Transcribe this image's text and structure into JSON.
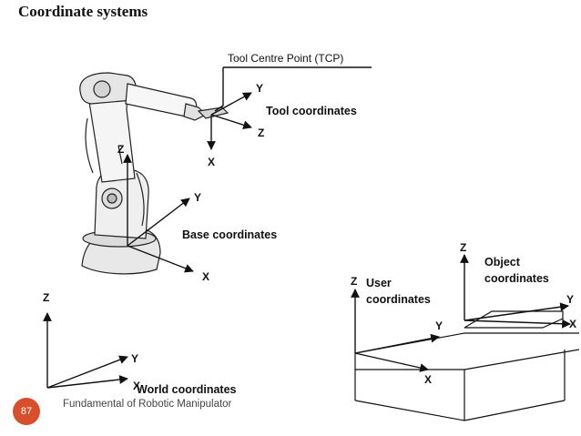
{
  "slide": {
    "title": "Coordinate systems",
    "page_number": "87",
    "footer": "Fundamental of Robotic Manipulator"
  },
  "labels": {
    "tcp": "Tool Centre Point (TCP)",
    "tool": "Tool coordinates",
    "base": "Base coordinates",
    "world": "World coordinates",
    "user_1": "User",
    "user_2": "coordinates",
    "object_1": "Object",
    "object_2": "coordinates"
  },
  "axes": {
    "x": "X",
    "y": "Y",
    "z": "Z"
  },
  "colors": {
    "badge": "#d8502b",
    "line": "#111111"
  }
}
